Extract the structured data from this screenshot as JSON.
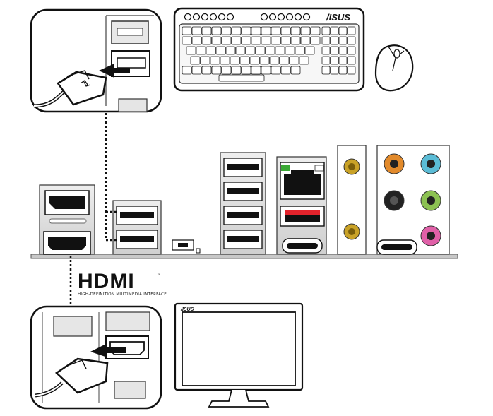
{
  "keyboard": {
    "brand": "/ISUS"
  },
  "hdmi": {
    "logo": "HDMI",
    "trademark": "™",
    "tagline": "HIGH-DEFINITION MULTIMEDIA INTERFACE"
  },
  "monitor": {
    "brand": "/ISUS"
  },
  "usb_icon": "⭠"
}
